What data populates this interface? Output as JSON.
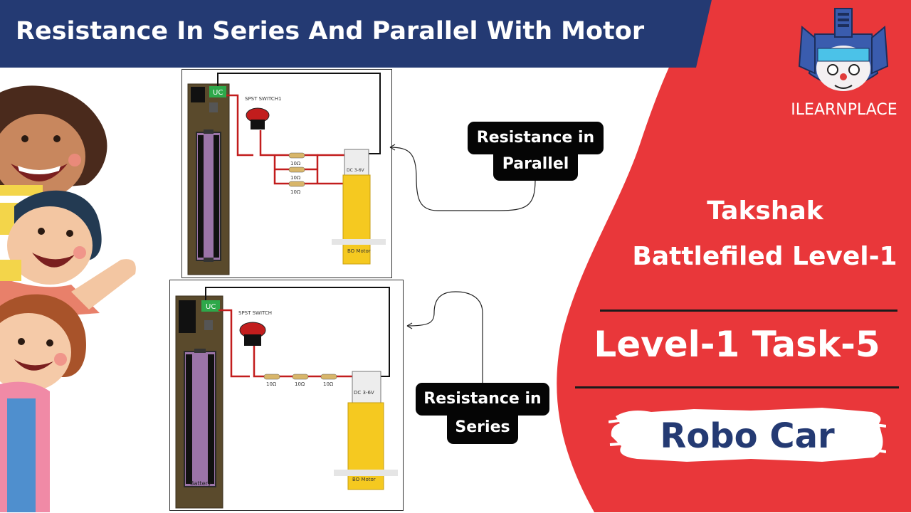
{
  "title": "Resistance In Series And Parallel With Motor",
  "brand": {
    "name": "ILEARNPLACE"
  },
  "right_panel": {
    "subtitle_line1": "Takshak",
    "subtitle_line2": "Battlefiled Level-1",
    "task": "Level-1 Task-5",
    "project": "Robo Car"
  },
  "callouts": {
    "parallel_line1": "Resistance in",
    "parallel_line2": "Parallel",
    "series_line1": "Resistance in",
    "series_line2": "Series"
  },
  "diagram_parallel": {
    "switch_label": "SPST SWITCH1",
    "resistors": [
      "10Ω",
      "10Ω",
      "10Ω"
    ],
    "motor_label": "DC 3-6V",
    "motor_name": "BO Motor",
    "board_label": "UC"
  },
  "diagram_series": {
    "switch_label": "SPST SWITCH",
    "resistors": [
      "10Ω",
      "10Ω",
      "10Ω"
    ],
    "motor_label": "DC 3-6V",
    "motor_name": "BO Motor",
    "battery_label": "Battery",
    "board_label": "UC"
  },
  "colors": {
    "navy": "#243a73",
    "red": "#e9373a",
    "battery_purple": "#9b74a8",
    "motor_yellow": "#f5c920",
    "board_brown": "#5a4a2c"
  }
}
